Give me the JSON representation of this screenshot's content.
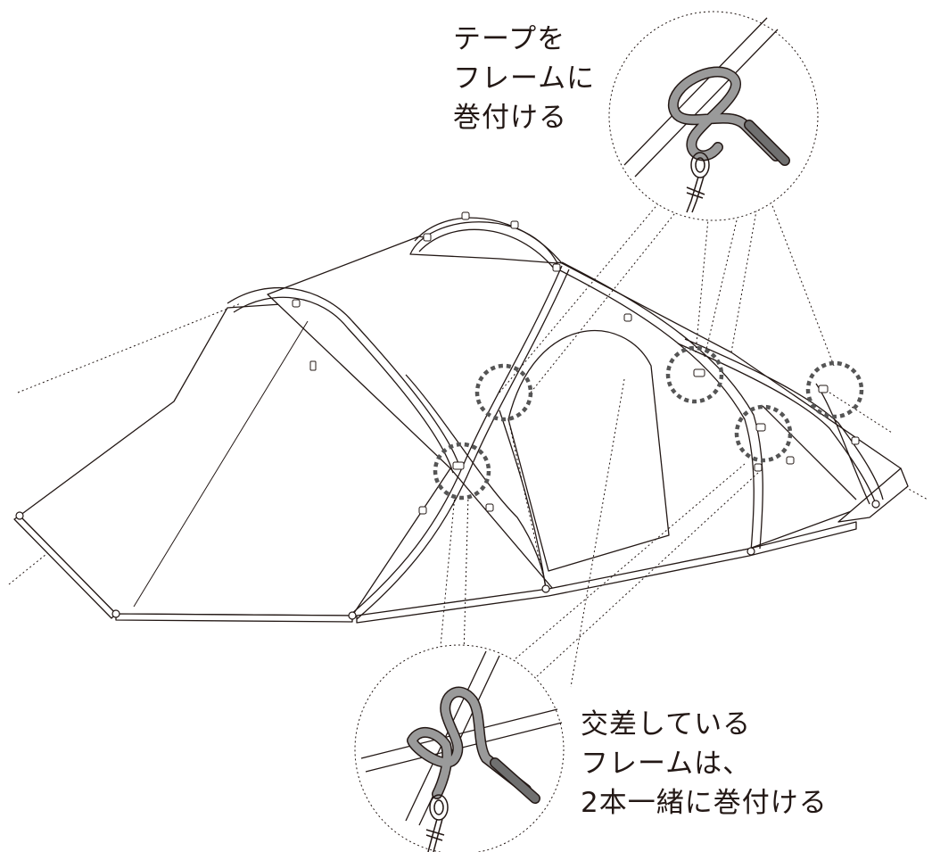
{
  "captions": {
    "top": {
      "line1": "テープを",
      "line2": "フレームに",
      "line3": "巻付ける"
    },
    "bottom": {
      "line1": "交差している",
      "line2": "フレームは、",
      "line3": "2本一緒に巻付ける"
    }
  },
  "colors": {
    "ink": "#231815",
    "tape": "#9a9a9a",
    "callout_marker": "#555555",
    "background": "#ffffff"
  },
  "callout_count": 5
}
